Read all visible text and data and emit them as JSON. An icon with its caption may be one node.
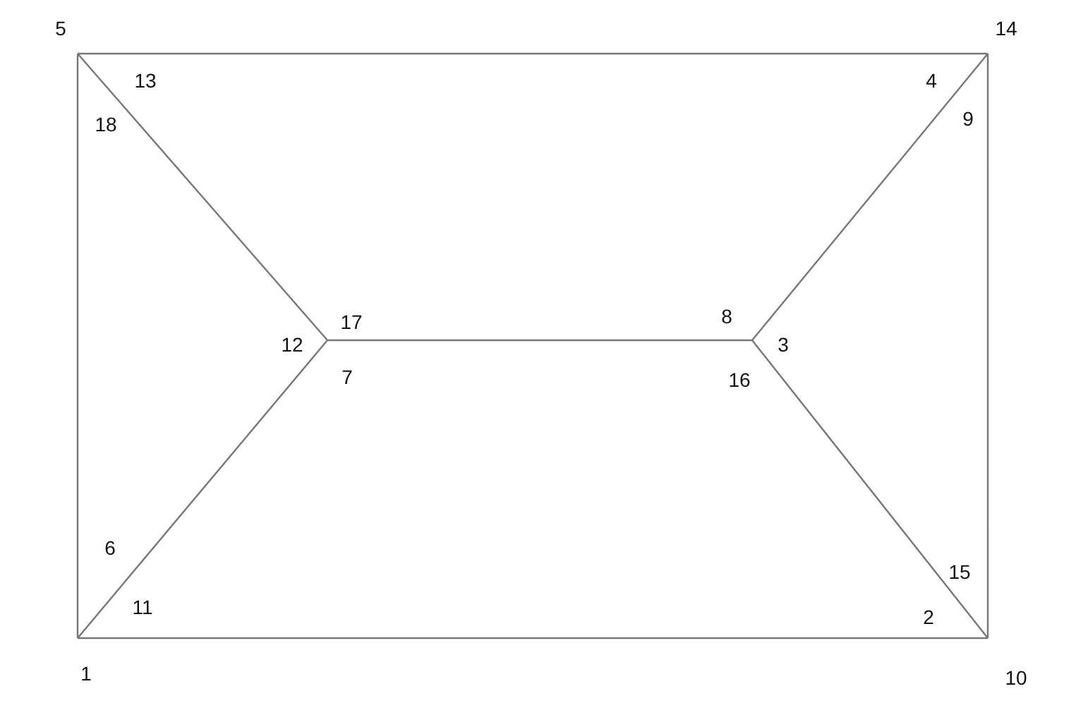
{
  "diagram": {
    "labels": [
      "5",
      "14",
      "13",
      "4",
      "18",
      "9",
      "17",
      "8",
      "12",
      "3",
      "7",
      "16",
      "6",
      "15",
      "11",
      "2",
      "1",
      "10"
    ]
  }
}
